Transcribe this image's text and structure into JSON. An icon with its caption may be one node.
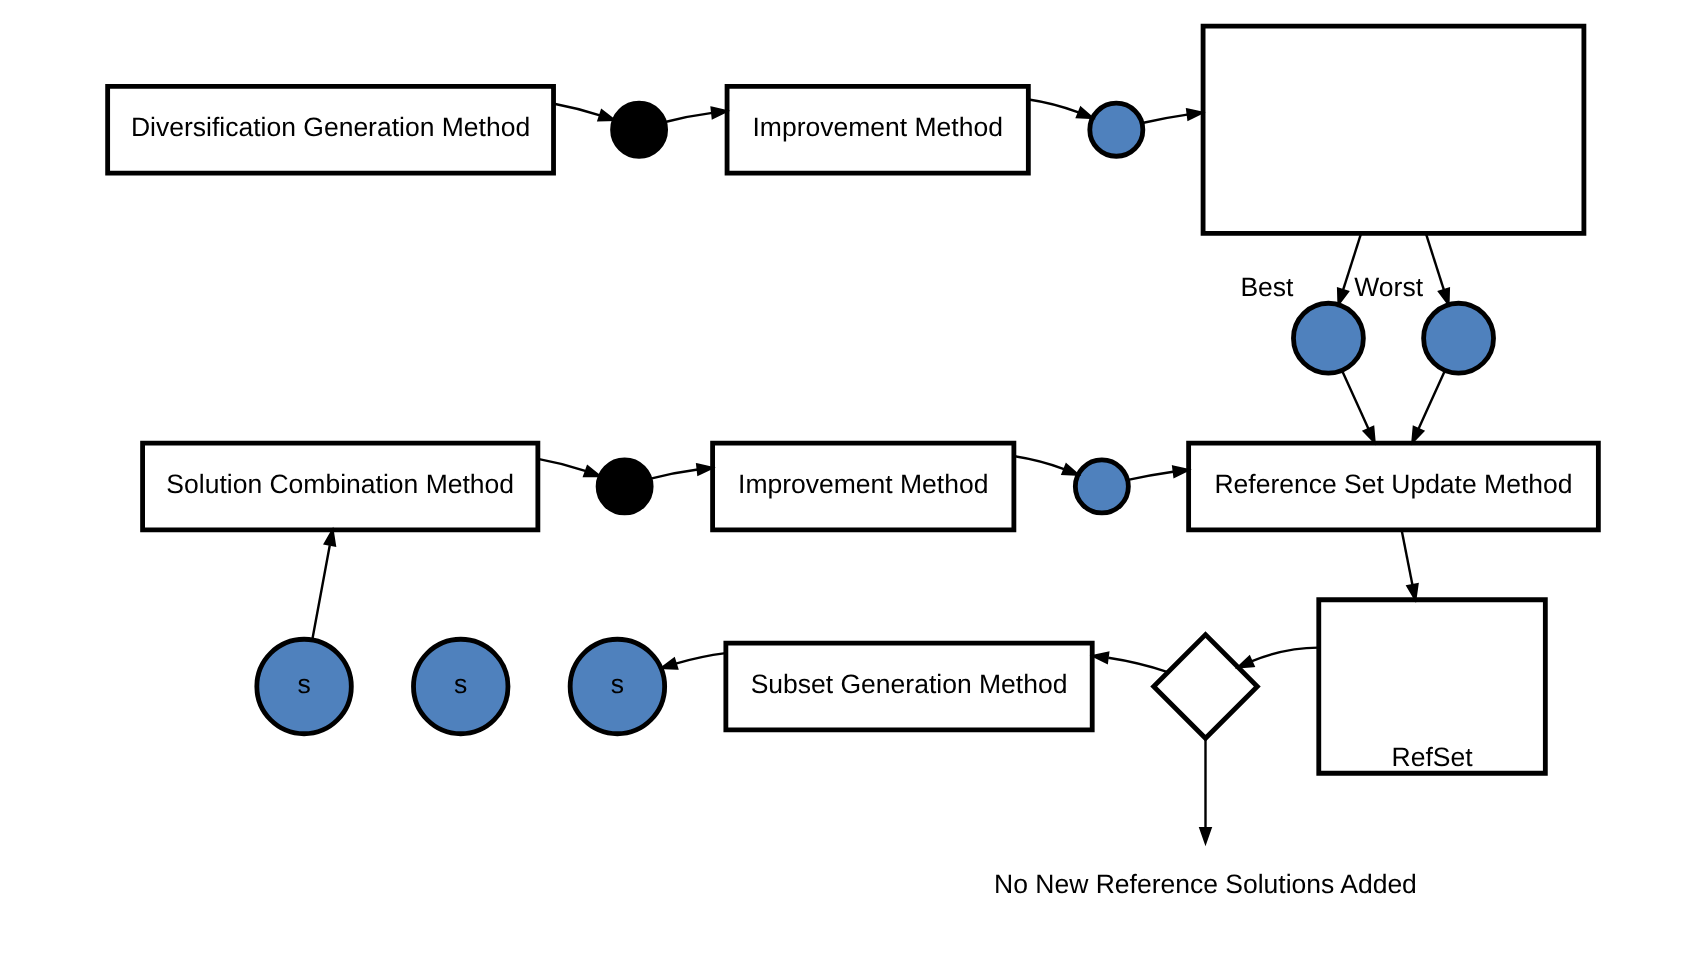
{
  "diagram": {
    "nodes": [
      {
        "text": [
          "Diversification Generation Method"
        ]
      },
      {
        "text": [],
        "shape": "circle"
      },
      {
        "text": [
          "Improvement Method"
        ]
      },
      {
        "text": [],
        "shape": "circle"
      },
      {
        "text": [],
        "shape": "box"
      },
      {
        "text": [],
        "shape": "circle",
        "beside": [
          "Best"
        ]
      },
      {
        "text": [],
        "shape": "circle",
        "beside": [
          "Worst"
        ]
      },
      {
        "text": [
          "Reference Set Update Method"
        ]
      },
      {
        "text": [],
        "shape": "circle"
      },
      {
        "text": [
          "Improvement Method"
        ]
      },
      {
        "text": [],
        "shape": "circle"
      },
      {
        "text": [
          "Solution Combination Method"
        ]
      },
      {
        "text": [
          "RefSet"
        ]
      },
      {
        "text": [],
        "shape": "diamond"
      },
      {
        "text": [
          "Subset Generation Method"
        ]
      },
      {
        "text": [
          "s"
        ]
      },
      {
        "text": [
          "s"
        ]
      },
      {
        "text": [
          "s"
        ]
      },
      {
        "text": [
          "No New Reference Solutions Added"
        ]
      }
    ],
    "edges": [
      {
        "from": 0,
        "to": 1,
        "arrow": "to"
      },
      {
        "from": 1,
        "to": 2,
        "arrow": "to"
      },
      {
        "from": 2,
        "to": 3,
        "arrow": "to"
      },
      {
        "from": 3,
        "to": 4,
        "arrow": "to"
      },
      {
        "from": 4,
        "to": 5,
        "arrow": "to"
      },
      {
        "from": 4,
        "to": 6,
        "arrow": "to"
      },
      {
        "from": 5,
        "to": 7,
        "arrow": "to"
      },
      {
        "from": 6,
        "to": 7,
        "arrow": "to"
      },
      {
        "from": 8,
        "to": 7,
        "arrow": "to"
      },
      {
        "from": 9,
        "to": 8,
        "arrow": "to"
      },
      {
        "from": 10,
        "to": 9,
        "arrow": "to"
      },
      {
        "from": 11,
        "to": 10,
        "arrow": "to"
      },
      {
        "from": 7,
        "to": 12,
        "arrow": "to"
      },
      {
        "from": 12,
        "to": 13,
        "arrow": "to"
      },
      {
        "from": 13,
        "to": 14,
        "arrow": "to"
      },
      {
        "from": 14,
        "to": 17,
        "arrow": "to"
      },
      {
        "from": 15,
        "to": 11,
        "arrow": "to"
      },
      {
        "from": 13,
        "to": 18,
        "arrow": "to"
      }
    ]
  }
}
